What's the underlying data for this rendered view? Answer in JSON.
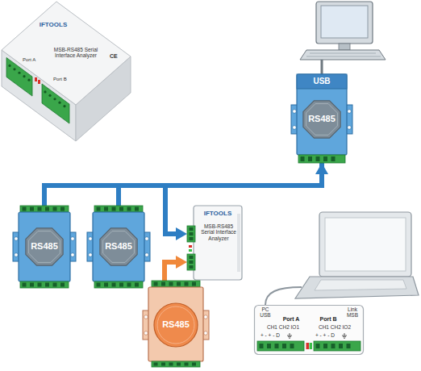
{
  "diagram": {
    "nodes": [
      {
        "text": [
          "IFTOOLS",
          "MSB-RS485 Serial Interface Analyzer",
          "Port A",
          "Port B",
          "CE"
        ]
      },
      {
        "text": [
          "USB",
          "RS485"
        ]
      },
      {
        "text": [
          "RS485"
        ]
      },
      {
        "text": [
          "RS485"
        ]
      },
      {
        "text": [
          "IFTOOLS",
          "MSB-RS485 Serial Interface Analyzer"
        ]
      },
      {
        "text": [
          "RS485"
        ]
      },
      {
        "text": [
          "PC USB",
          "Link MSB",
          "Port A",
          "CH1 CH2 IO1",
          "+ - + - D",
          "Port B",
          "CH1 CH2 IO2",
          "+ - + - D"
        ]
      }
    ],
    "edges": [
      {
        "from": 2,
        "to": 1,
        "arrow": "none"
      },
      {
        "from": 3,
        "to": 1,
        "arrow": "none"
      },
      {
        "from": 4,
        "to": 1,
        "arrow": "both"
      },
      {
        "from": 5,
        "to": 4,
        "arrow": "to"
      }
    ]
  }
}
